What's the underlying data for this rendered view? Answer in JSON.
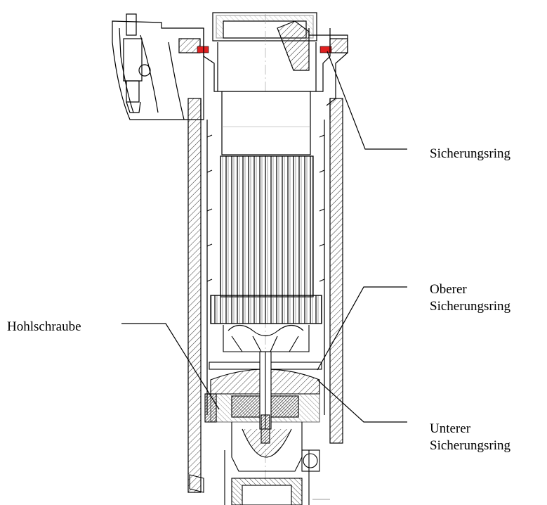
{
  "labels": {
    "sicherungsring": "Sicherungsring",
    "oberer_line1": "Oberer",
    "oberer_line2": "Sicherungsring",
    "unterer_line1": "Unterer",
    "unterer_line2": "Sicherungsring",
    "hohlschraube": "Hohlschraube"
  },
  "colors": {
    "line": "#000000",
    "hatch": "#333333",
    "seal_ring": "#e02020",
    "background": "#ffffff"
  },
  "icons": {
    "seal": "red-seal-ring"
  }
}
